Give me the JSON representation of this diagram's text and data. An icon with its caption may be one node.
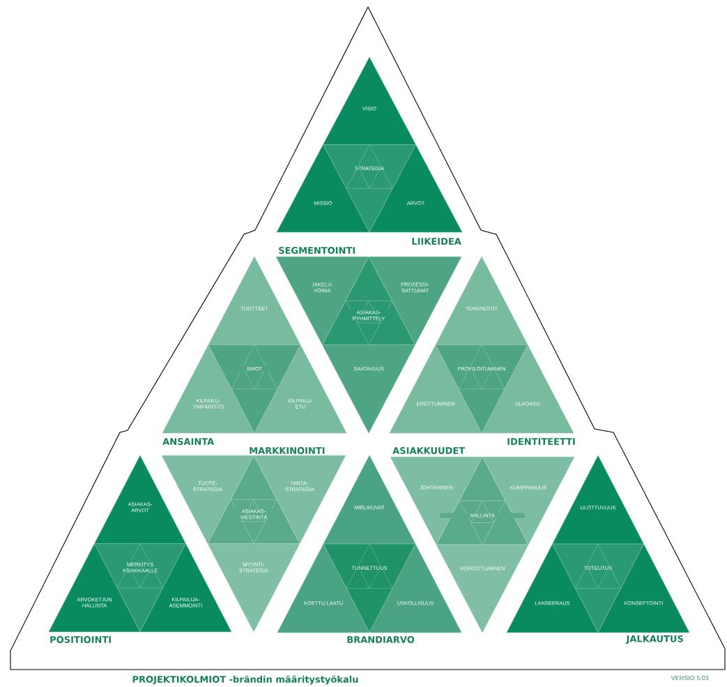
{
  "diagram": {
    "caption": "PROJEKTIKOLMIOT -brändin määritystyökalu",
    "nodes": [
      {
        "text": [
          "LIIKEIDEA"
        ]
      },
      {
        "text": [
          "VISIO"
        ],
        "in": 0
      },
      {
        "text": [
          "STRATEGIA"
        ],
        "in": 0
      },
      {
        "text": [
          "MISSIO"
        ],
        "in": 0
      },
      {
        "text": [
          "ARVOT"
        ],
        "in": 0
      },
      {
        "text": [
          "ANSAINTA"
        ]
      },
      {
        "text": [
          "TUOTTEET"
        ],
        "in": 5
      },
      {
        "text": [
          "SWOT"
        ],
        "in": 5
      },
      {
        "text": [
          "KILPAILU-YMPÄRISTÖ"
        ],
        "in": 5
      },
      {
        "text": [
          "KILPAILU-ETU"
        ],
        "in": 5
      },
      {
        "text": [
          "SEGMENTOINTI"
        ]
      },
      {
        "text": [
          "JAKELU-VOIMA"
        ],
        "in": 10
      },
      {
        "text": [
          "PROSESSI-SATTUMAT"
        ],
        "in": 10
      },
      {
        "text": [
          "ASIAKAS-RYHMITTELY"
        ],
        "in": 10
      },
      {
        "text": [
          "SAATAVUUS"
        ],
        "in": 10
      },
      {
        "text": [
          "IDENTITEETTI"
        ]
      },
      {
        "text": [
          "YDINVIESTIT"
        ],
        "in": 15
      },
      {
        "text": [
          "PROFILOITUMINEN"
        ],
        "in": 15
      },
      {
        "text": [
          "EROTTUMINEN"
        ],
        "in": 15
      },
      {
        "text": [
          "ULKOASU"
        ],
        "in": 15
      },
      {
        "text": [
          "POSITIOINTI"
        ]
      },
      {
        "text": [
          "ASIAKAS-ARVOT"
        ],
        "in": 20
      },
      {
        "text": [
          "MERKITYS ASIAKKAALLE"
        ],
        "in": 20
      },
      {
        "text": [
          "ARVOKETJUN HALLINTA"
        ],
        "in": 20
      },
      {
        "text": [
          "KILPAILIJA-ASEMMOINTI"
        ],
        "in": 20
      },
      {
        "text": [
          "MARKKINOINTI"
        ]
      },
      {
        "text": [
          "TUOTE-STRATEGIA"
        ],
        "in": 25
      },
      {
        "text": [
          "HINTA-STRATEGIA"
        ],
        "in": 25
      },
      {
        "text": [
          "ASIAKAS-VIESTINTÄ"
        ],
        "in": 25
      },
      {
        "text": [
          "MYYNTI-STRATEGIA"
        ],
        "in": 25
      },
      {
        "text": [
          "BRANDIARVO"
        ]
      },
      {
        "text": [
          "MIELIKUVAT"
        ],
        "in": 30
      },
      {
        "text": [
          "TUNNETTUUS"
        ],
        "in": 30
      },
      {
        "text": [
          "KOETTU LAATU"
        ],
        "in": 30
      },
      {
        "text": [
          "USKOLLISUUS"
        ],
        "in": 30
      },
      {
        "text": [
          "ASIAKKUUDET"
        ]
      },
      {
        "text": [
          "JOHTAMINEN"
        ],
        "in": 35
      },
      {
        "text": [
          "KUMPPANUUS"
        ],
        "in": 35
      },
      {
        "text": [
          "HALLINTA"
        ],
        "in": 35
      },
      {
        "text": [
          "VERKOTTUMINEN"
        ],
        "in": 35
      },
      {
        "text": [
          "JALKAUTUS"
        ]
      },
      {
        "text": [
          "ULOTTUVUUS"
        ],
        "in": 40
      },
      {
        "text": [
          "TOTEUTUS"
        ],
        "in": 40
      },
      {
        "text": [
          "LANSEERAUS"
        ],
        "in": 40
      },
      {
        "text": [
          "KONSEPTOINTI"
        ],
        "in": 40
      }
    ],
    "labels": [
      "VERSIO 5.03"
    ]
  }
}
